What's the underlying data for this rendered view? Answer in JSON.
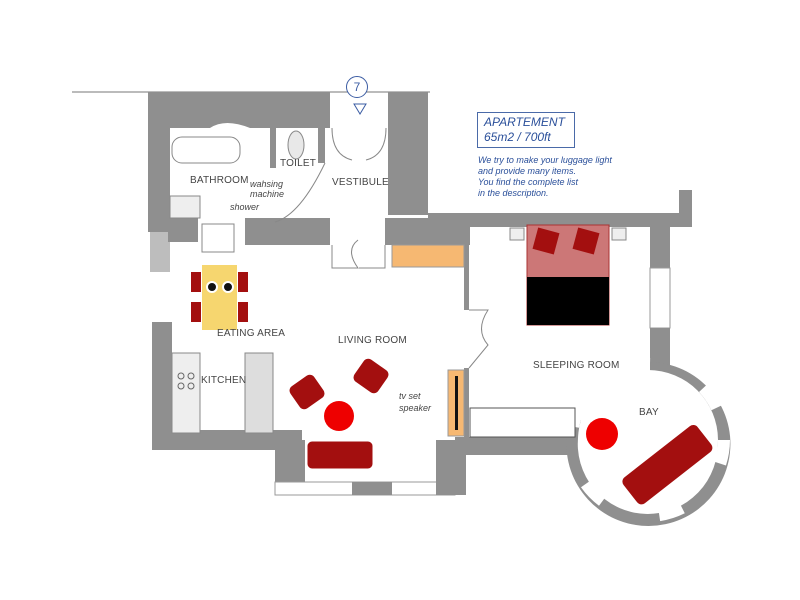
{
  "plan": {
    "title": "APARTEMENT",
    "size": "65m2 / 700ft",
    "description": [
      "We try to make your luggage light",
      "and provide many items.",
      "You find the complete list",
      "in the description."
    ],
    "entrance_marker": "7"
  },
  "rooms": {
    "bathroom": "BATHROOM",
    "toilet": "TOILET",
    "vestibule": "VESTIBULE",
    "eating_area": "EATING AREA",
    "kitchen": "KITCHEN",
    "living_room": "LIVING ROOM",
    "sleeping_room": "SLEEPING ROOM",
    "bay": "BAY"
  },
  "annotations": {
    "washing_machine_1": "wahsing",
    "washing_machine_2": "machine",
    "shower": "shower",
    "tv_set": "tv set",
    "speaker": "speaker"
  },
  "colors": {
    "wall": "#8f8f8f",
    "furniture": "#a30f0f",
    "table": "#f6d66f",
    "cabinet": "#f6b872",
    "text": "#2a4f9a"
  }
}
